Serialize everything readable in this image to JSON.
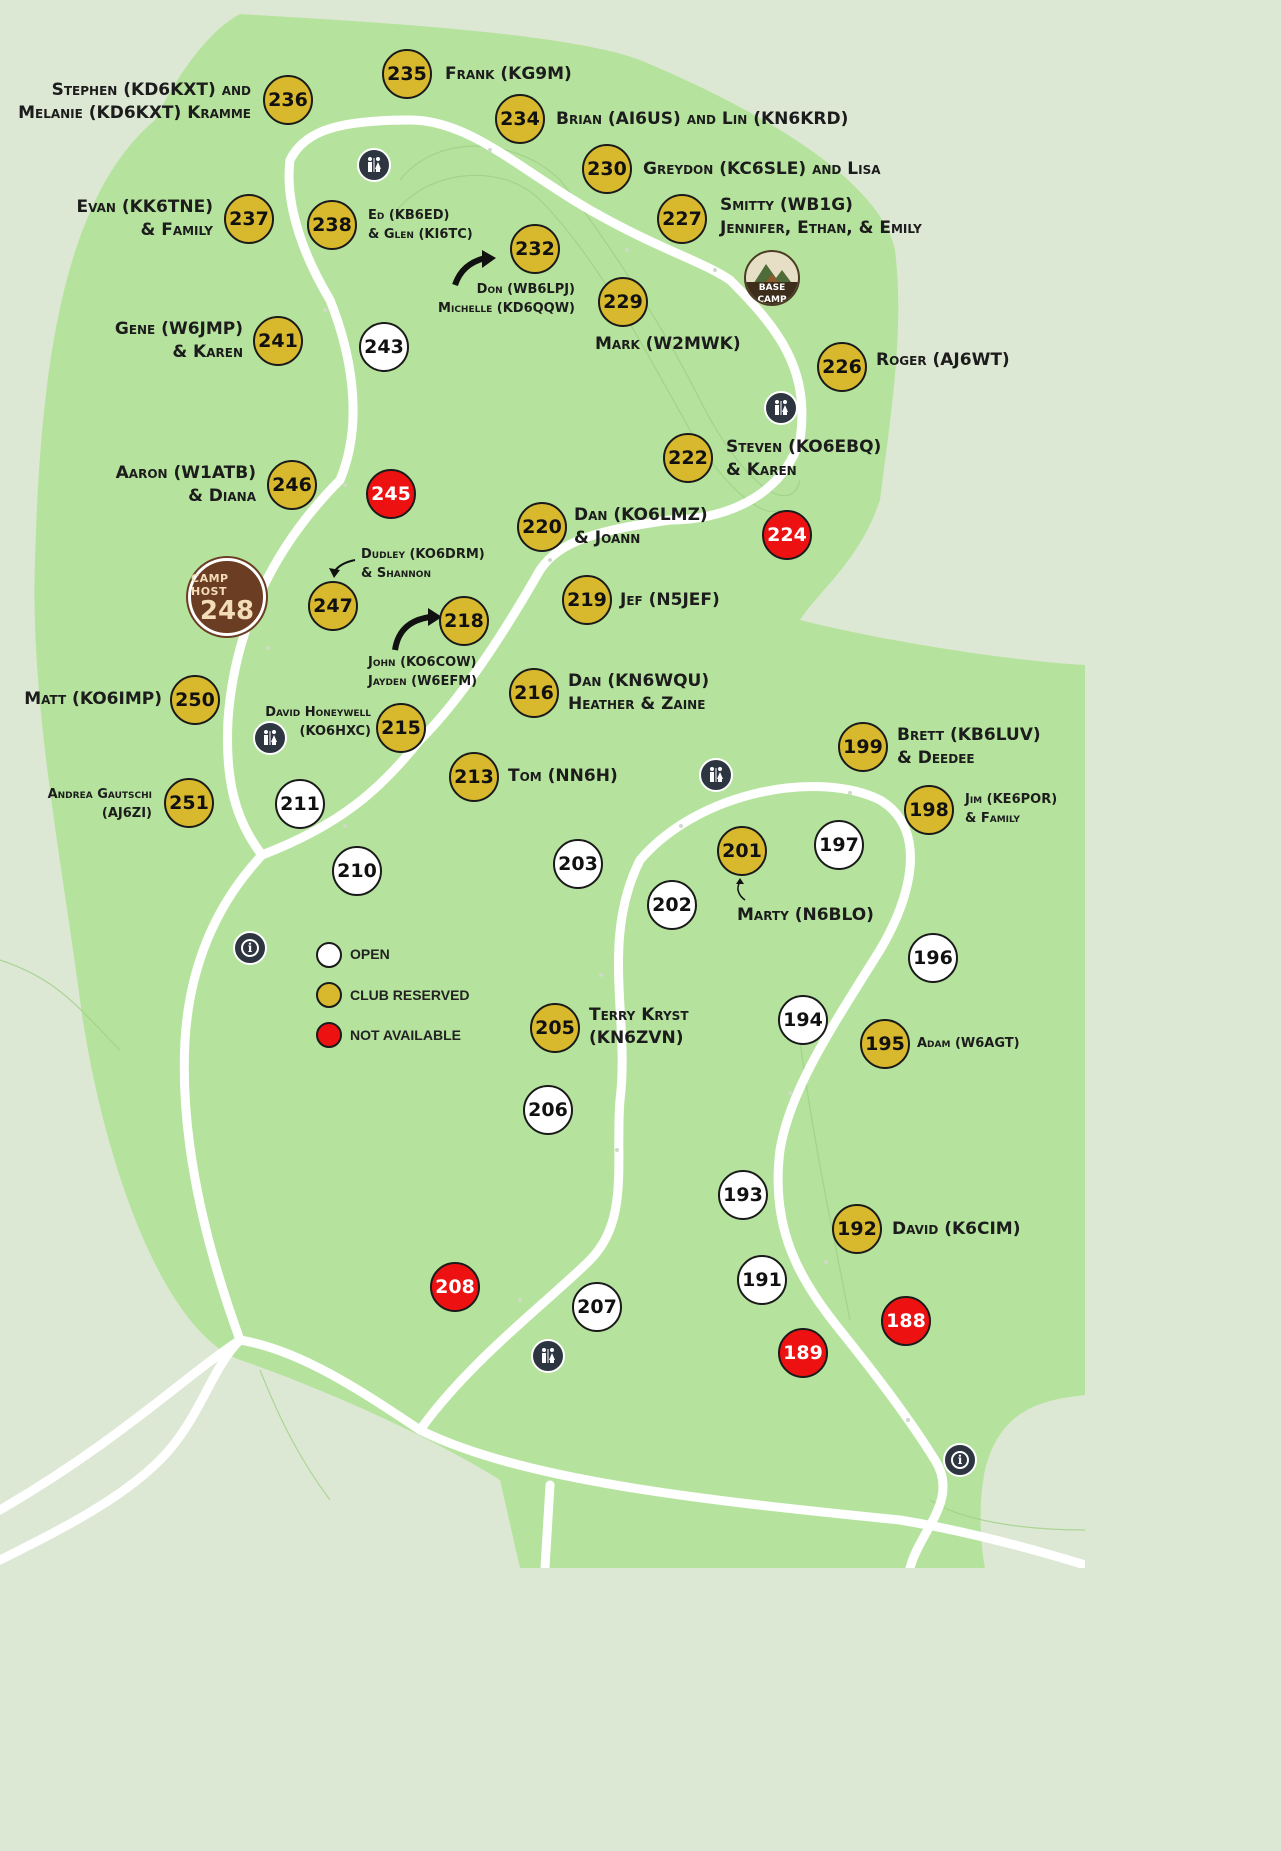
{
  "legend": {
    "open": "OPEN",
    "reserved": "CLUB RESERVED",
    "not_available": "NOT AVAILABLE"
  },
  "colors": {
    "reserved": "#d8b92e",
    "open": "#ffffff",
    "not_available": "#ee1111",
    "park": "#b5e39d",
    "background": "#dde8d4",
    "road": "#ffffff"
  },
  "camp_host": {
    "label": "CAMP HOST",
    "number": "248"
  },
  "base_camp": {
    "label": "BASE CAMP"
  },
  "sites": [
    {
      "id": "236",
      "status": "reserved",
      "label": [
        "Stephen (KD6KXT) and",
        "Melanie (KD6KXT) Kramme"
      ]
    },
    {
      "id": "235",
      "status": "reserved",
      "label": [
        "Frank (KG9M)"
      ]
    },
    {
      "id": "234",
      "status": "reserved",
      "label": [
        "Brian (AI6US) and Lin (KN6KRD)"
      ]
    },
    {
      "id": "230",
      "status": "reserved",
      "label": [
        "Greydon (KC6SLE) and Lisa"
      ]
    },
    {
      "id": "227",
      "status": "reserved",
      "label": [
        "Smitty (WB1G)",
        "Jennifer, Ethan, & Emily"
      ]
    },
    {
      "id": "237",
      "status": "reserved",
      "label": [
        "Evan (KK6TNE)",
        "& Family"
      ]
    },
    {
      "id": "238",
      "status": "reserved",
      "label": [
        "Ed (KB6ED)",
        "& Glen (KI6TC)"
      ]
    },
    {
      "id": "232",
      "status": "reserved",
      "label": [
        "Don (WB6LPJ)",
        "Michelle (KD6QQW)"
      ]
    },
    {
      "id": "229",
      "status": "reserved",
      "label": [
        "Mark (W2MWK)"
      ]
    },
    {
      "id": "241",
      "status": "reserved",
      "label": [
        "Gene (W6JMP)",
        "& Karen"
      ]
    },
    {
      "id": "243",
      "status": "open",
      "label": []
    },
    {
      "id": "226",
      "status": "reserved",
      "label": [
        "Roger (AJ6WT)"
      ]
    },
    {
      "id": "222",
      "status": "reserved",
      "label": [
        "Steven (KO6EBQ)",
        "& Karen"
      ]
    },
    {
      "id": "246",
      "status": "reserved",
      "label": [
        "Aaron (W1ATB)",
        "& Diana"
      ]
    },
    {
      "id": "245",
      "status": "na",
      "label": []
    },
    {
      "id": "220",
      "status": "reserved",
      "label": [
        "Dan (KO6LMZ)",
        "& Joann"
      ]
    },
    {
      "id": "224",
      "status": "na",
      "label": []
    },
    {
      "id": "247",
      "status": "reserved",
      "label": [
        "Dudley (KO6DRM)",
        "& Shannon"
      ]
    },
    {
      "id": "218",
      "status": "reserved",
      "label": [
        "John (KO6COW)",
        "Jayden (W6EFM)"
      ]
    },
    {
      "id": "219",
      "status": "reserved",
      "label": [
        "Jef (N5JEF)"
      ]
    },
    {
      "id": "250",
      "status": "reserved",
      "label": [
        "Matt (KO6IMP)"
      ]
    },
    {
      "id": "215",
      "status": "reserved",
      "label": [
        "David Honeywell",
        "(KO6HXC)"
      ]
    },
    {
      "id": "216",
      "status": "reserved",
      "label": [
        "Dan (KN6WQU)",
        "Heather & Zaine"
      ]
    },
    {
      "id": "199",
      "status": "reserved",
      "label": [
        "Brett (KB6LUV)",
        "& Deedee"
      ]
    },
    {
      "id": "251",
      "status": "reserved",
      "label": [
        "Andrea Gautschi",
        "(AJ6ZI)"
      ]
    },
    {
      "id": "211",
      "status": "open",
      "label": []
    },
    {
      "id": "213",
      "status": "reserved",
      "label": [
        "Tom (NN6H)"
      ]
    },
    {
      "id": "198",
      "status": "reserved",
      "label": [
        "Jim (KE6POR)",
        "& Family"
      ]
    },
    {
      "id": "210",
      "status": "open",
      "label": []
    },
    {
      "id": "203",
      "status": "open",
      "label": []
    },
    {
      "id": "201",
      "status": "reserved",
      "label": [
        "Marty (N6BLO)"
      ]
    },
    {
      "id": "197",
      "status": "open",
      "label": []
    },
    {
      "id": "202",
      "status": "open",
      "label": []
    },
    {
      "id": "196",
      "status": "open",
      "label": []
    },
    {
      "id": "205",
      "status": "reserved",
      "label": [
        "Terry Kryst",
        "(KN6ZVN)"
      ]
    },
    {
      "id": "194",
      "status": "open",
      "label": []
    },
    {
      "id": "195",
      "status": "reserved",
      "label": [
        "Adam (W6AGT)"
      ]
    },
    {
      "id": "206",
      "status": "open",
      "label": []
    },
    {
      "id": "193",
      "status": "open",
      "label": []
    },
    {
      "id": "192",
      "status": "reserved",
      "label": [
        "David (K6CIM)"
      ]
    },
    {
      "id": "191",
      "status": "open",
      "label": []
    },
    {
      "id": "208",
      "status": "na",
      "label": []
    },
    {
      "id": "207",
      "status": "open",
      "label": []
    },
    {
      "id": "189",
      "status": "na",
      "label": []
    },
    {
      "id": "188",
      "status": "na",
      "label": []
    }
  ]
}
